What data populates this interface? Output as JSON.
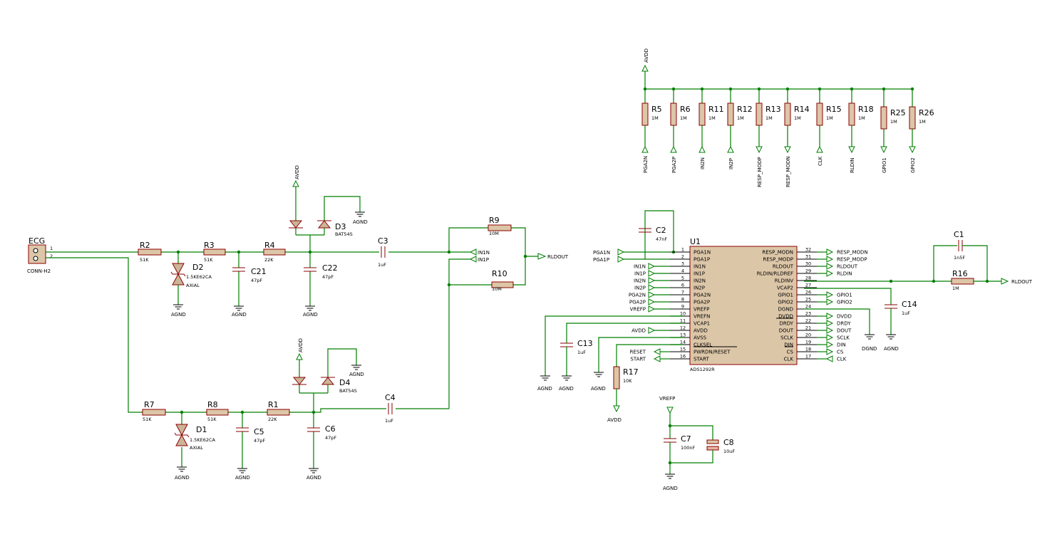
{
  "connector": {
    "ref": "ECG",
    "value": "CONN-H2",
    "pin1": "1",
    "pin2": "2"
  },
  "resistors": [
    {
      "ref": "R2",
      "value": "51K"
    },
    {
      "ref": "R3",
      "value": "51K"
    },
    {
      "ref": "R4",
      "value": "22K"
    },
    {
      "ref": "R7",
      "value": "51K"
    },
    {
      "ref": "R8",
      "value": "51K"
    },
    {
      "ref": "R1",
      "value": "22K"
    },
    {
      "ref": "R9",
      "value": "10M"
    },
    {
      "ref": "R10",
      "value": "10M"
    },
    {
      "ref": "R16",
      "value": "1M"
    },
    {
      "ref": "R17",
      "value": "10K"
    }
  ],
  "capacitors": [
    {
      "ref": "C21",
      "value": "47pF"
    },
    {
      "ref": "C22",
      "value": "47pF"
    },
    {
      "ref": "C3",
      "value": "1uF"
    },
    {
      "ref": "C5",
      "value": "47pF"
    },
    {
      "ref": "C6",
      "value": "47pF"
    },
    {
      "ref": "C4",
      "value": "1uF"
    },
    {
      "ref": "C2",
      "value": "47nF"
    },
    {
      "ref": "C1",
      "value": "1n5F"
    },
    {
      "ref": "C14",
      "value": "1uF"
    },
    {
      "ref": "C13",
      "value": "1uF"
    },
    {
      "ref": "C7",
      "value": "100nF"
    },
    {
      "ref": "C8",
      "value": "10uF"
    }
  ],
  "diodes": [
    {
      "ref": "D2",
      "value": "1.5KE62CA",
      "extra": "AXIAL"
    },
    {
      "ref": "D1",
      "value": "1.5KE62CA",
      "extra": "AXIAL"
    },
    {
      "ref": "D3",
      "value": "BAT54S"
    },
    {
      "ref": "D4",
      "value": "BAT54S"
    }
  ],
  "pullups": [
    {
      "ref": "R5",
      "value": "1M",
      "net": "PGA2N"
    },
    {
      "ref": "R6",
      "value": "1M",
      "net": "PGA2P"
    },
    {
      "ref": "R11",
      "value": "1M",
      "net": "IN2N"
    },
    {
      "ref": "R12",
      "value": "1M",
      "net": "IN2P"
    },
    {
      "ref": "R13",
      "value": "1M",
      "net": "RESP_MODP"
    },
    {
      "ref": "R14",
      "value": "1M",
      "net": "RESP_MODN"
    },
    {
      "ref": "R15",
      "value": "1M",
      "net": "CLK"
    },
    {
      "ref": "R18",
      "value": "1M",
      "net": "RLDIN"
    },
    {
      "ref": "R25",
      "value": "1M",
      "net": "GPIO1"
    },
    {
      "ref": "R26",
      "value": "1M",
      "net": "GPIO2"
    }
  ],
  "nets": {
    "avdd": "AVDD",
    "agnd": "AGND",
    "dgnd": "DGND",
    "vrefp": "VREFP",
    "rldout": "RLDOUT",
    "in1n": "IN1N",
    "in1p": "IN1P"
  },
  "ic": {
    "ref": "U1",
    "value": "ADS1292R",
    "left_pins": [
      {
        "num": "1",
        "name": "PGA1N",
        "net": "PGA1N"
      },
      {
        "num": "2",
        "name": "PGA1P",
        "net": "PGA1P"
      },
      {
        "num": "3",
        "name": "IN1N",
        "net": "IN1N"
      },
      {
        "num": "4",
        "name": "IN1P",
        "net": "IN1P"
      },
      {
        "num": "5",
        "name": "IN2N",
        "net": "IN2N"
      },
      {
        "num": "6",
        "name": "IN2P",
        "net": "IN2P"
      },
      {
        "num": "7",
        "name": "PGA2N",
        "net": "PGA2N"
      },
      {
        "num": "8",
        "name": "PGA2P",
        "net": "PGA2P"
      },
      {
        "num": "9",
        "name": "VREFP",
        "net": "VREFP"
      },
      {
        "num": "10",
        "name": "VREFN",
        "net": ""
      },
      {
        "num": "11",
        "name": "VCAP1",
        "net": ""
      },
      {
        "num": "12",
        "name": "AVDD",
        "net": "AVDD"
      },
      {
        "num": "13",
        "name": "AVSS",
        "net": ""
      },
      {
        "num": "14",
        "name": "CLKSEL",
        "net": ""
      },
      {
        "num": "15",
        "name": "PWRDN/RESET",
        "net": "RESET"
      },
      {
        "num": "16",
        "name": "START",
        "net": "START"
      }
    ],
    "right_pins": [
      {
        "num": "32",
        "name": "RESP_MODN",
        "net": "RESP_MODN"
      },
      {
        "num": "31",
        "name": "RESP_MODP",
        "net": "RESP_MODP"
      },
      {
        "num": "30",
        "name": "RLDOUT",
        "net": "RLDOUT"
      },
      {
        "num": "29",
        "name": "RLDIN/RLDREF",
        "net": "RLDIN"
      },
      {
        "num": "28",
        "name": "RLDINV",
        "net": ""
      },
      {
        "num": "27",
        "name": "VCAP2",
        "net": ""
      },
      {
        "num": "26",
        "name": "GPIO1",
        "net": "GPIO1"
      },
      {
        "num": "25",
        "name": "GPIO2",
        "net": "GPIO2"
      },
      {
        "num": "24",
        "name": "DGND",
        "net": ""
      },
      {
        "num": "23",
        "name": "DVDD",
        "net": "DVDD"
      },
      {
        "num": "22",
        "name": "DRDY",
        "net": "DRDY"
      },
      {
        "num": "21",
        "name": "DOUT",
        "net": "DOUT"
      },
      {
        "num": "20",
        "name": "SCLK",
        "net": "SCLK"
      },
      {
        "num": "19",
        "name": "DIN",
        "net": "DIN"
      },
      {
        "num": "18",
        "name": "CS",
        "net": "CS"
      },
      {
        "num": "17",
        "name": "CLK",
        "net": "CLK"
      }
    ]
  }
}
